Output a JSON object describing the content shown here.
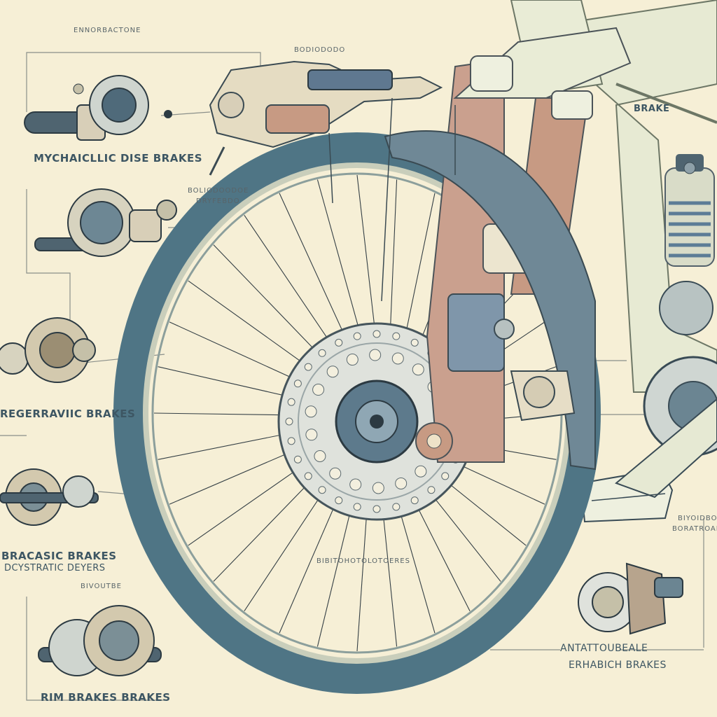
{
  "labels": {
    "top_left_small": "ENNORBACTONE",
    "top_center_small": "BODIODODO",
    "mechanical_disc": "MYCHAICLLIC DISE BRAKES",
    "mid_left_small_1": "BOLIODOODOE",
    "mid_left_small_2": "DRYFEBDO",
    "regenerative": "REGERRAVIIC BRAKES",
    "hydraulic": "BRACASIC BRAKES",
    "hydraulic_sub": "DCYSTRATIC DEYERS",
    "bottom_left_small": "BIVOUTBE",
    "rim": "RIM  BRAKES  BRAKES",
    "bottom_center_small": "BIBITOHOTOLOTOERES",
    "brake_top_right": "BRAKE",
    "right_small_1": "BIYOIDBOYSTOLE",
    "right_small_2": "BORATROAEO",
    "electronic_1": "ANTATTOUBEALE",
    "electronic_2": "ERHABICH BRAKES"
  },
  "palette": {
    "background": "#f6efd6",
    "tire": "#4f7585",
    "frame": "#e8ebd4",
    "copper": "#c79a83",
    "line": "#394b55"
  }
}
